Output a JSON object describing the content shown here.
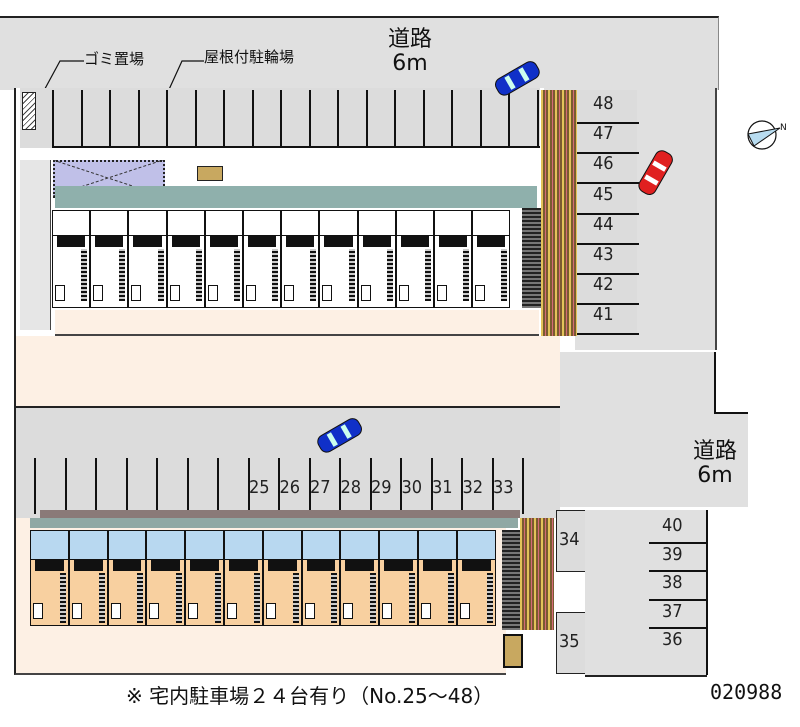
{
  "roads": {
    "top": {
      "name": "道路",
      "width": "6m"
    },
    "right": {
      "name": "道路",
      "width": "6m"
    }
  },
  "labels": {
    "garbage": "ゴミ置場",
    "bike_parking": "屋根付駐輪場"
  },
  "parking": {
    "upper_row": [
      "25",
      "26",
      "27",
      "28",
      "29",
      "30",
      "31",
      "32",
      "33"
    ],
    "right_top_column": [
      "48",
      "47",
      "46",
      "45",
      "44",
      "43",
      "42",
      "41"
    ],
    "middle": [
      "34",
      "35"
    ],
    "right_bottom_column": [
      "40",
      "39",
      "38",
      "37",
      "36"
    ]
  },
  "buildings": {
    "upper_units": 12,
    "lower_units": 12
  },
  "footer": {
    "note": "※ 宅内駐車場２４台有り（No.25～48）",
    "code": "020988"
  },
  "colors": {
    "road": "#e0e0e0",
    "courtyard": "#fdf0e4",
    "unit_blue": "#b8d8f0",
    "unit_peach": "#f8d0a0",
    "bike_roof": "#c0c0e8",
    "car_blue": "#1030c8",
    "car_red": "#e02020"
  },
  "icons": {
    "compass": "compass-north-icon",
    "cars": [
      "car-blue-icon",
      "car-red-icon",
      "car-blue-icon"
    ]
  }
}
